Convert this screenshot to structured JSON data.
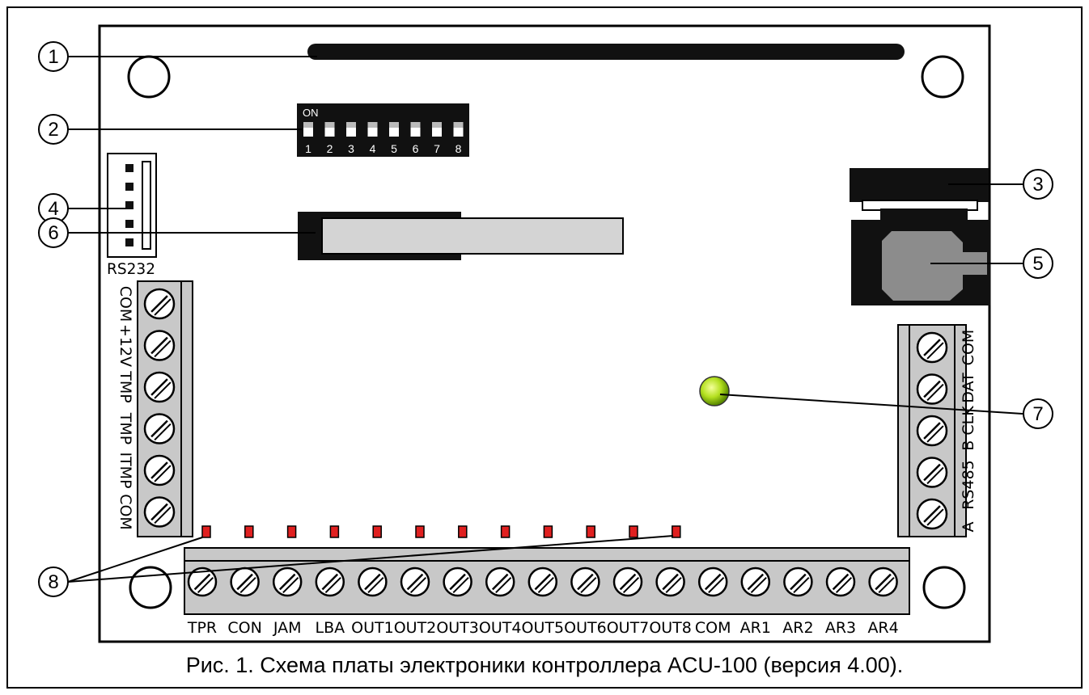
{
  "caption": "Рис. 1. Схема платы электроники контроллера ACU-100 (версия 4.00).",
  "callouts": [
    "1",
    "2",
    "3",
    "4",
    "5",
    "6",
    "7",
    "8"
  ],
  "dip_switch": {
    "on_label": "ON",
    "numbers": [
      "1",
      "2",
      "3",
      "4",
      "5",
      "6",
      "7",
      "8"
    ]
  },
  "rs232_label": "RS232",
  "left_terminal_labels": [
    "COM",
    "+12V",
    "TMP",
    "TMP",
    "ITMP",
    "COM"
  ],
  "right_terminal_labels": [
    "COM",
    "DAT",
    "B CLK",
    "RS485",
    "A"
  ],
  "bottom_terminal_labels": [
    "TPR",
    "CON",
    "JAM",
    "LBA",
    "OUT1",
    "OUT2",
    "OUT3",
    "OUT4",
    "OUT5",
    "OUT6",
    "OUT7",
    "OUT8",
    "COM",
    "AR1",
    "AR2",
    "AR3",
    "AR4"
  ],
  "colors": {
    "board": "#ffffff",
    "terminal": "#c8c8c8",
    "led_red": "#e02020",
    "led_green": "#a8d820",
    "module_gray": "#d4d4d4",
    "connector_gray": "#8c8c8c"
  }
}
